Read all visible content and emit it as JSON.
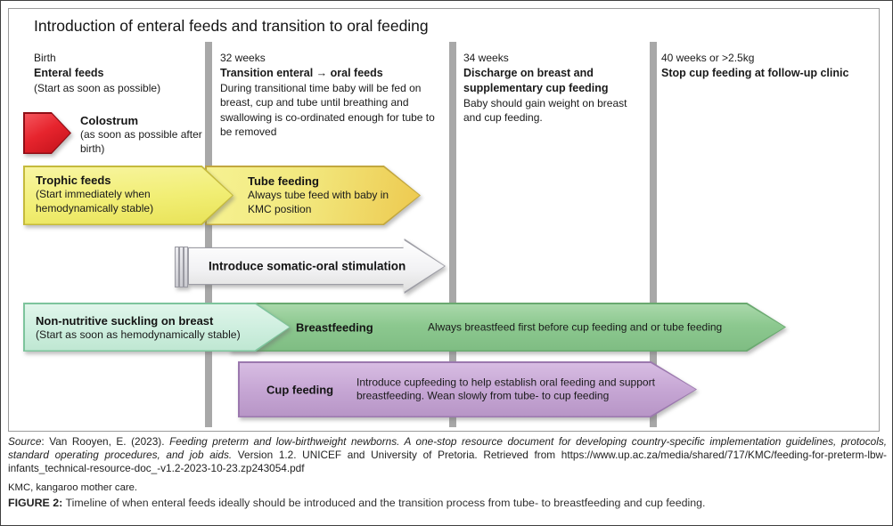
{
  "figure": {
    "title": "Introduction of enteral feeds and transition to oral feeding",
    "columns": [
      {
        "time": "Birth",
        "heading": "Enteral feeds",
        "body": "(Start as soon as possible)"
      },
      {
        "time": "32 weeks",
        "heading": "Transition enteral → oral feeds",
        "body": "During transitional time baby will be fed on breast, cup and tube until breathing and swallowing is co-ordinated enough for tube to be removed"
      },
      {
        "time": "34 weeks",
        "heading": "Discharge on breast and supplementary cup feeding",
        "body": "Baby should gain weight on breast and cup feeding."
      },
      {
        "time": "40 weeks or >2.5kg",
        "heading": "Stop cup feeding at follow-up clinic",
        "body": ""
      }
    ],
    "arrows": {
      "colostrum": {
        "label": "Colostrum",
        "note": "(as soon as possible after birth)",
        "color": "#e2242c"
      },
      "trophic": {
        "label": "Trophic feeds",
        "note": "(Start immediately when hemodynamically stable)",
        "color": "#f1ee7a"
      },
      "tube": {
        "label": "Tube feeding",
        "note": "Always tube feed with baby in KMC position",
        "color": "#eec952"
      },
      "somatic": {
        "label": "Introduce somatic-oral stimulation",
        "color": "#f2f2f4"
      },
      "non_nutritive": {
        "label": "Non-nutritive suckling on breast",
        "note": "(Start as soon as hemodynamically stable)",
        "color": "#cfeedd"
      },
      "breastfeeding": {
        "label": "Breastfeeding",
        "note": "Always breastfeed first before cup feeding and or tube feeding",
        "color": "#8cc88f"
      },
      "cup_feeding": {
        "label": "Cup feeding",
        "note": "Introduce cupfeeding to help establish oral feeding and support breastfeeding. Wean slowly from tube- to cup feeding",
        "color": "#c6a6d4"
      }
    },
    "timeline_bar_color": "#a8a8a8"
  },
  "footer": {
    "source": {
      "label_italic": "Source",
      "citation_regular": ": Van Rooyen, E. (2023). ",
      "title_italic": "Feeding preterm and low-birthweight newborns. A one-stop resource document for developing country-specific implementation guidelines, protocols, standard operating procedures, and job aids.",
      "tail_regular": " Version 1.2. UNICEF and University of Pretoria. Retrieved from https://www.up.ac.za/media/shared/717/KMC/feeding-for-preterm-lbw-infants_technical-resource-doc_-v1.2-2023-10-23.zp243054.pdf"
    },
    "abbreviation_note": "KMC, kangaroo mother care.",
    "caption_label": "FIGURE 2:",
    "caption_text": " Timeline of when enteral feeds ideally should be introduced and the transition process from tube- to breastfeeding and cup feeding."
  }
}
